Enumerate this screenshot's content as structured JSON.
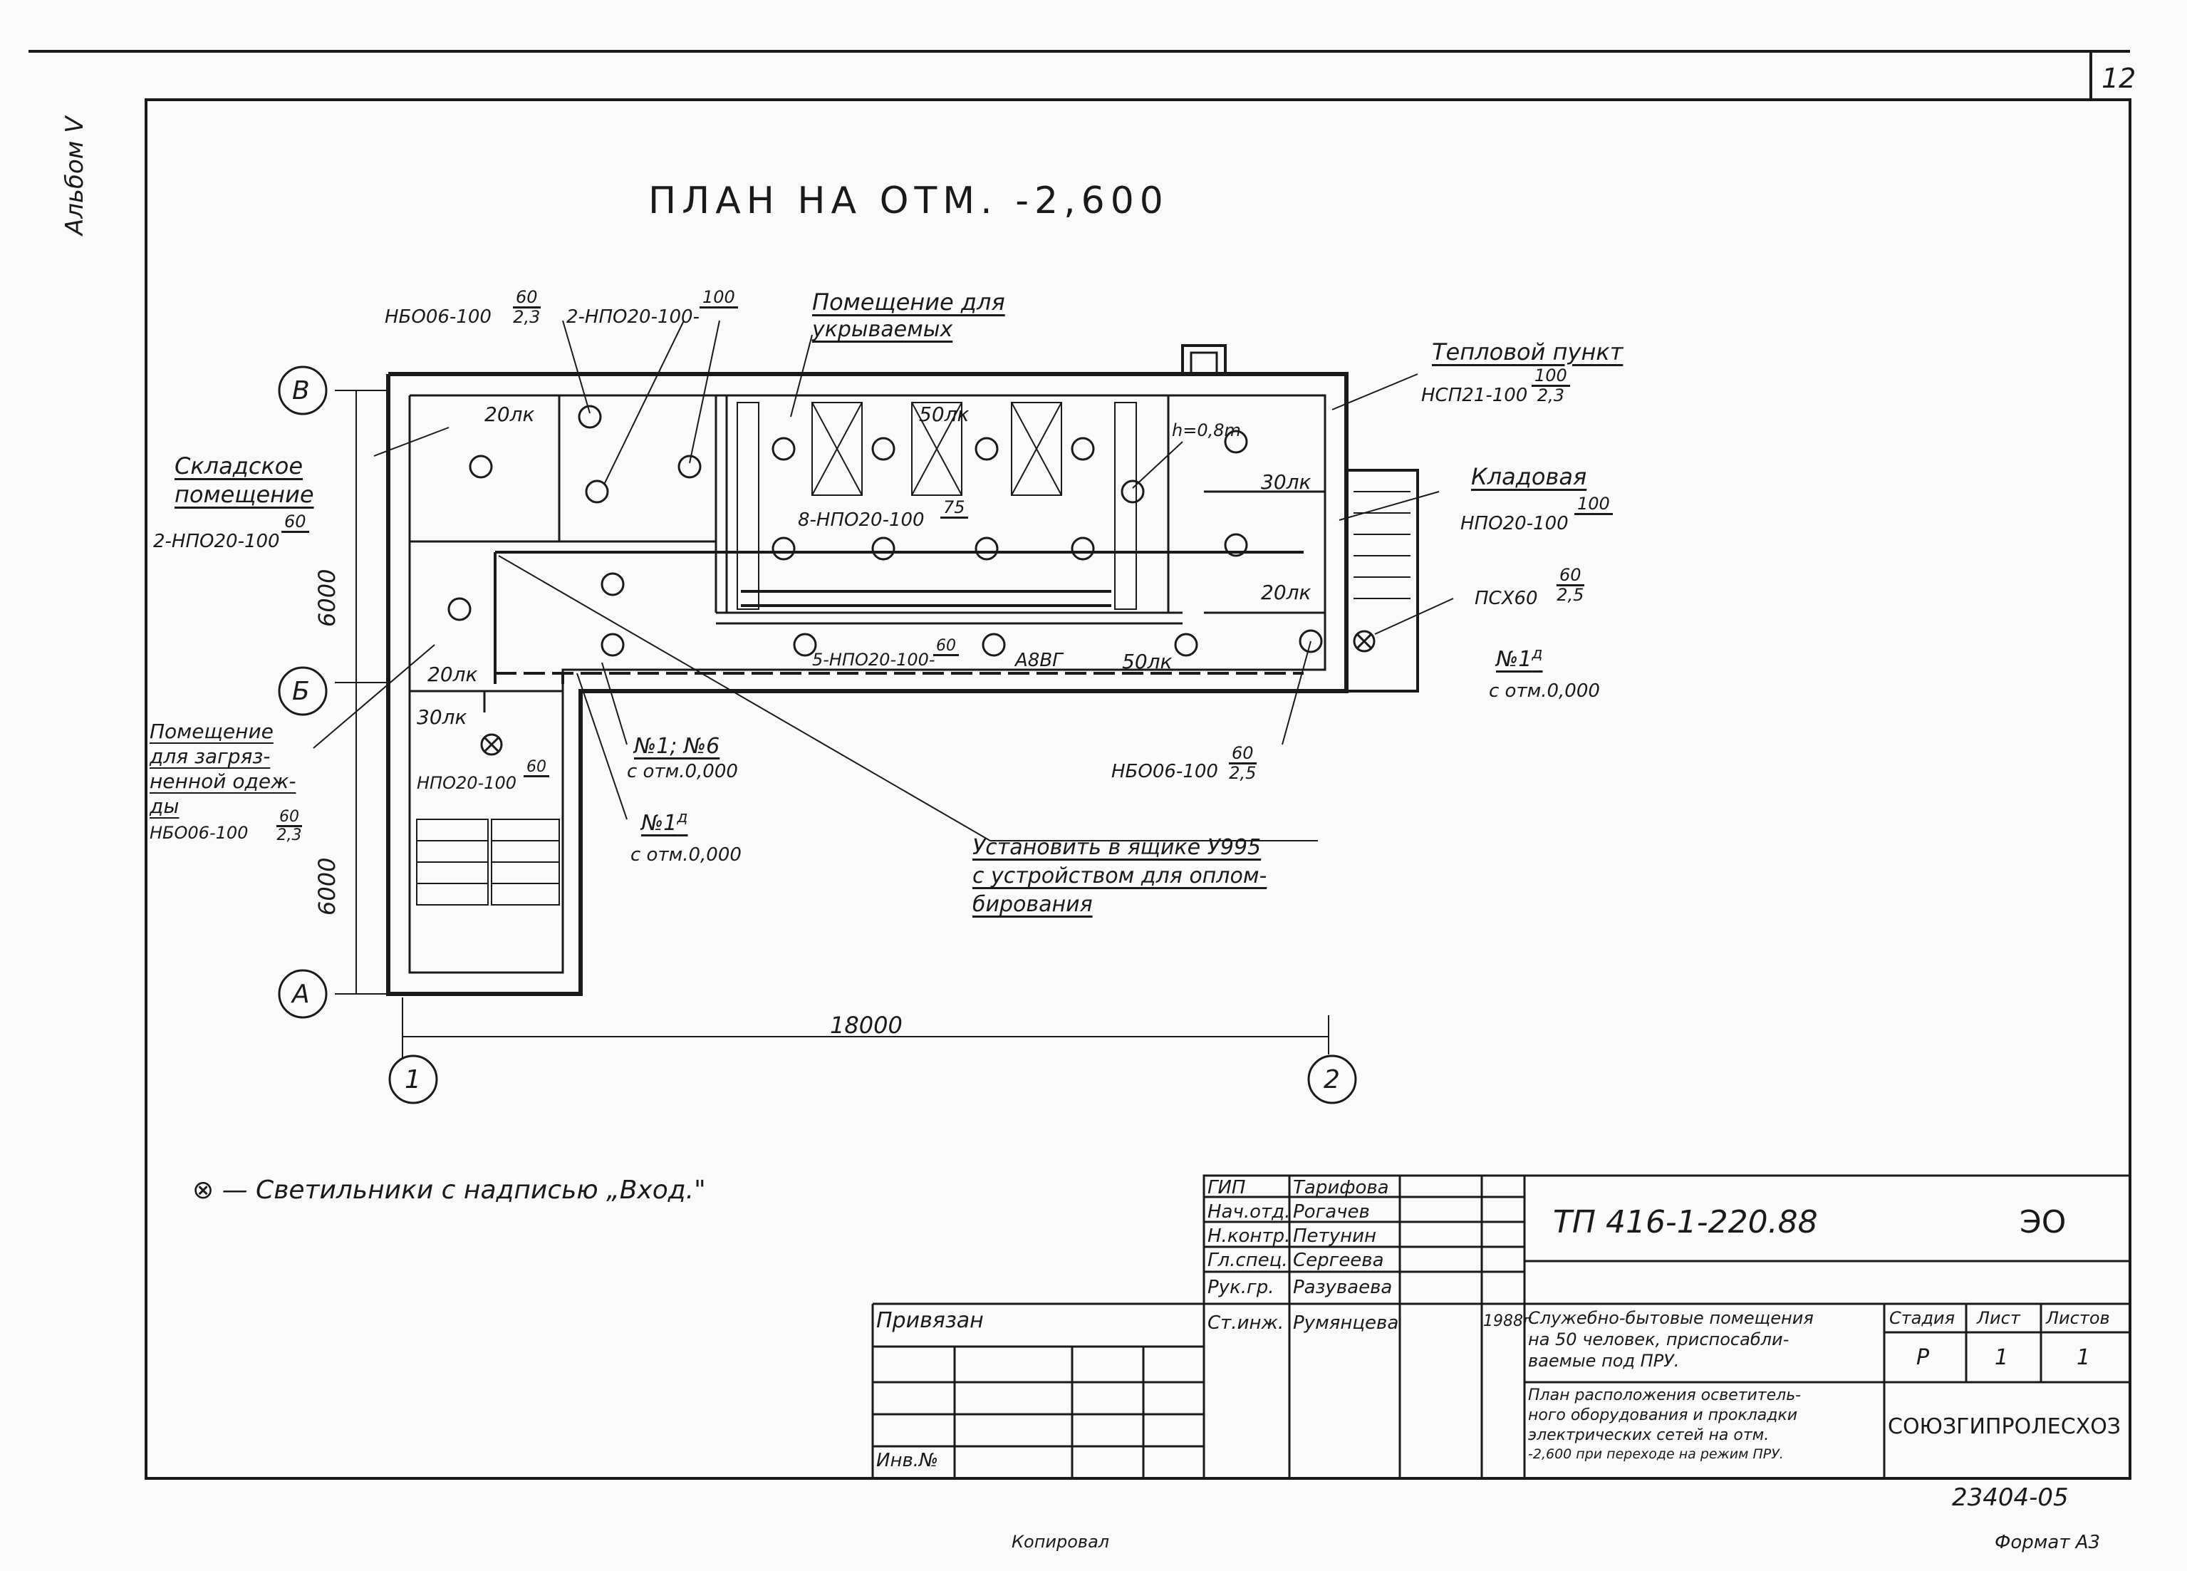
{
  "sheet_number": "12",
  "album_label": "Альбом V",
  "title": "ПЛАН НА ОТМ. -2,600",
  "axes": {
    "a": "А",
    "b": "Б",
    "v": "В",
    "n1": "1",
    "n2": "2"
  },
  "dims": {
    "d6000_top": "6000",
    "d6000_bottom": "6000",
    "d18000": "18000"
  },
  "rooms": {
    "storage": [
      "Складское",
      "помещение"
    ],
    "shelter": [
      "Помещение для",
      "укрываемых"
    ],
    "heat": "Тепловой пункт",
    "pantry": "Кладовая",
    "dirty": [
      "Помещение",
      "для загряз-",
      "ненной одеж-",
      "ды"
    ]
  },
  "fixtures": {
    "nbo06_a_name": "НБО06-100",
    "nbo06_a_num": "60",
    "nbo06_a_den": "2,3",
    "npo20_2_name": "2-НПО20-100-",
    "npo20_2_num": "100",
    "npo20_2_den": "",
    "storage_name": "2-НПО20-100",
    "storage_num": "60",
    "storage_den": "",
    "heat_name": "НСП21-100",
    "heat_num": "100",
    "heat_den": "2,3",
    "pantry_name": "НПО20-100",
    "pantry_num": "100",
    "pantry_den": "",
    "pkh_name": "ПСХ60",
    "pkh_num": "60",
    "pkh_den": "2,5",
    "shelter_name": "8-НПО20-100",
    "shelter_num": "75",
    "shelter_den": "",
    "corr_name": "5-НПО20-100-",
    "corr_num": "60",
    "corr_den": "",
    "cable": "А8ВГ",
    "nbo06_b_name": "НБО06-100",
    "nbo06_b_num": "60",
    "nbo06_b_den": "2,5",
    "stair_name": "НПО20-100",
    "stair_num": "60",
    "stair_den": "",
    "dirty_name": "НБО06-100",
    "dirty_num": "60",
    "dirty_den": "2,3",
    "h_mark": "h=0,8m"
  },
  "lux": {
    "l20_storage": "20лк",
    "l50_shelter": "50лк",
    "l30_heat": "30лк",
    "l20_pantry": "20лк",
    "l50_corr": "50лк",
    "l20_dirty": "20лк",
    "l30_stair": "30лк"
  },
  "notes": {
    "n1_n6": "№1; №6",
    "n1_n6_elev": "с отм.0,000",
    "n1d_center": "№1",
    "n1d_center_sup": "д",
    "n1d_center_elev": "с отм.0,000",
    "n1d_right": "№1",
    "n1d_right_sup": "д",
    "n1d_right_elev": "с отм.0,000",
    "install": [
      "Установить в ящике У995",
      "с устройством для оплом-",
      "бирования"
    ]
  },
  "legend": "⊗ — Светильники с надписью „Вход.\"",
  "title_block": {
    "roles": [
      "ГИП",
      "Нач.отд.",
      "Н.контр.",
      "Гл.спец.",
      "Рук.гр.",
      "Ст.инж."
    ],
    "names": [
      "Тарифова",
      "Рогачев",
      "Петунин",
      "Сергеева",
      "Разуваева",
      "Румянцева"
    ],
    "year": "1988г",
    "code": "ТП 416-1-220.88",
    "sheet_code": "ЭО",
    "object": [
      "Служебно-бытовые помещения",
      "на 50 человек, приспосабли-",
      "ваемые под ПРУ."
    ],
    "drawing": [
      "План расположения осветитель-",
      "ного оборудования и прокладки",
      "электрических сетей на отм.",
      "-2,600 при переходе на режим ПРУ."
    ],
    "stage_hdr": "Стадия",
    "sheet_hdr": "Лист",
    "sheets_hdr": "Листов",
    "stage": "Р",
    "sheet": "1",
    "sheets": "1",
    "org": "СОЮЗГИПРОЛЕСХОЗ",
    "bound": "Привязан",
    "inv": "Инв.№",
    "doc_number": "23404-05",
    "copied": "Копировал",
    "format": "Формат А3"
  }
}
